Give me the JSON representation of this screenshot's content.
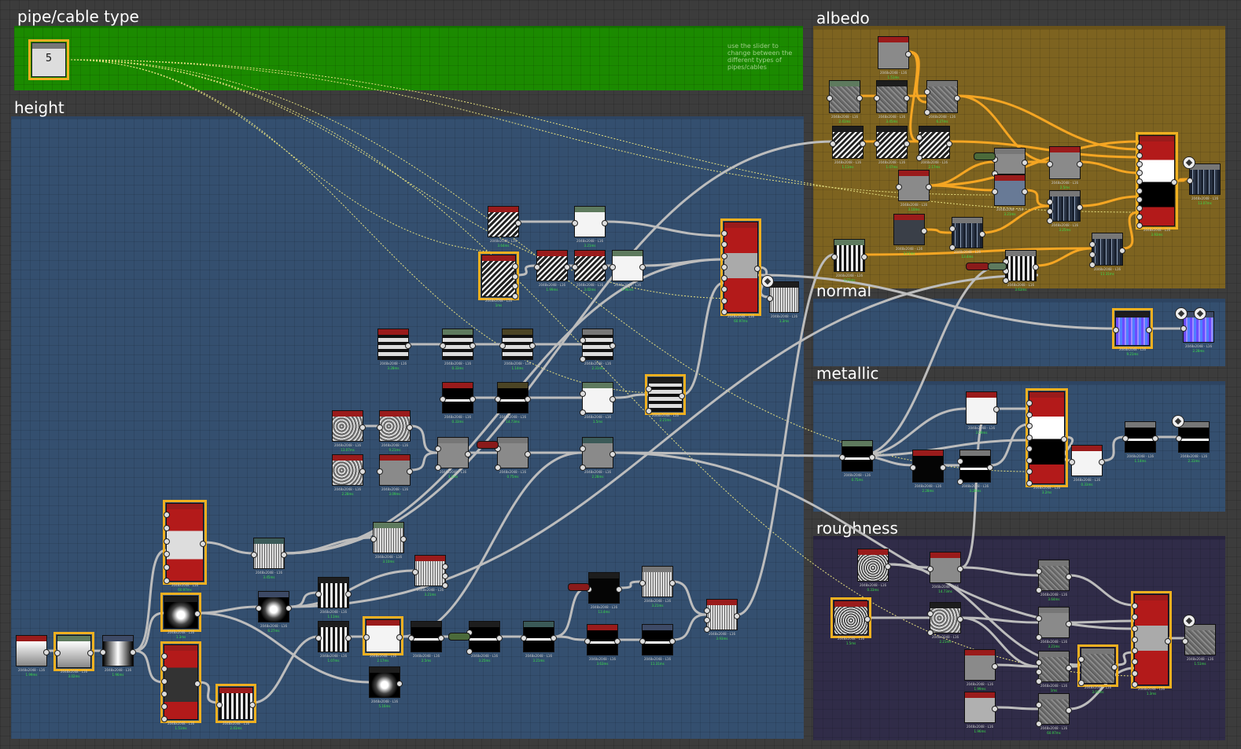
{
  "frames": {
    "pipe": "pipe/cable type",
    "height": "height",
    "albedo": "albedo",
    "normal": "normal",
    "metallic": "metallic",
    "roughness": "roughness"
  },
  "comment": "use the slider to change between the different types of pipes/cables",
  "value_node": "5",
  "colors": {
    "wire_grey": "#bdbdbd",
    "wire_orange": "#f5a623",
    "wire_dotted": "#e6e080",
    "selected_outline": "#f0b020",
    "time_text": "#39e04a"
  },
  "icon_names": [
    "output-icon",
    "output-icon",
    "output-icon",
    "output-icon",
    "output-icon",
    "output-icon"
  ],
  "node_label": "2048x2048 - L16",
  "node_times": [
    "1.99ms",
    "3.02ms",
    "1.96ms",
    "60.97ms",
    "1.3ms",
    "1.51ms",
    "2.41ms",
    "3.45ms",
    "6.27ms",
    "1.11ms",
    "1.07ms",
    "2.17ms",
    "5.16ms",
    "3.10ms",
    "3.21ms",
    "2.5ms",
    "3.25ms",
    "3.21ms",
    "13.4ms",
    "3.21ms",
    "3.63ms",
    "11.31ms",
    "3.93ms",
    "13.07ms",
    "9.21ms",
    "2.28ms",
    "3.09ms",
    "3.2ms",
    "0.75ms",
    "2.28ms",
    "3.28ms",
    "0.33ms",
    "1.14ms",
    "2.31ms",
    "0.33ms",
    "14.73ms",
    "1.5ms",
    "2.21ms",
    "3.64ms",
    "3.21ms",
    "1ms"
  ]
}
